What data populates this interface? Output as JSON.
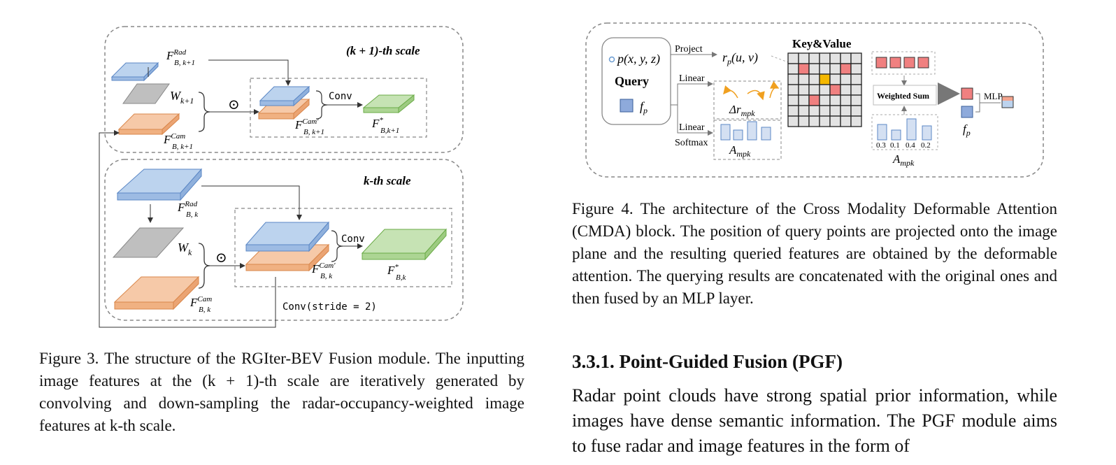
{
  "figure3": {
    "top_scale_title": "(k + 1)-th scale",
    "bottom_scale_title": "k-th scale",
    "labels": {
      "F": "F",
      "W": "W",
      "sub_B_k1": "B, k+1",
      "sub_B_k": "B, k",
      "sub_B_k1_star": "B,k+1",
      "sub_B_k_star": "B,k",
      "sub_k1": "k+1",
      "sub_k": "k",
      "sup_rad": "Rad",
      "sup_cam": "Cam",
      "sup_cam_prime": "Cam′",
      "sup_star": "*"
    },
    "odot": "⊙",
    "conv_top": "Conv",
    "conv_bottom": "Conv",
    "conv_stride": "Conv(stride = 2)",
    "caption": "Figure 3. The structure of the RGIter-BEV Fusion module. The inputting image features at the (k + 1)-th scale are iteratively generated by convolving and down-sampling the radar-occupancy-weighted image features at k-th scale."
  },
  "figure4": {
    "query_point": "p(x, y, z)",
    "query_label": "Query",
    "f_symbol": "f",
    "f_sub": "p",
    "project_label": "Project",
    "rp_label": "r",
    "rp_sub": "p",
    "rp_args": "(u, v)",
    "linear1": "Linear",
    "linear2": "Linear",
    "softmax": "Softmax",
    "delta_r": "Δr",
    "delta_r_sub": "mpk",
    "a_label": "A",
    "a_sub": "mpk",
    "key_value": "Key&Value",
    "weighted_sum": "Weighted Sum",
    "mlp": "MLP",
    "weights": [
      "0.3",
      "0.1",
      "0.4",
      "0.2"
    ],
    "caption": "Figure 4. The architecture of the Cross Modality Deformable Attention (CMDA) block. The position of query points are projected onto the image plane and the resulting queried features are obtained by the deformable attention. The querying results are concatenated with the original ones and then fused by an MLP layer."
  },
  "section": {
    "heading": "3.3.1. Point-Guided Fusion (PGF)",
    "body": "Radar point clouds have strong spatial prior information, while images have dense semantic information. The PGF module aims to fuse radar and image features in the form of"
  },
  "colors": {
    "radar_blue": "#bcd3ee",
    "camera_orange": "#f6c9a8",
    "weight_gray": "#bfbfbf",
    "output_green": "#c6e3b4",
    "attention_red": "#f08080",
    "highlight_yellow": "#f5b800"
  }
}
